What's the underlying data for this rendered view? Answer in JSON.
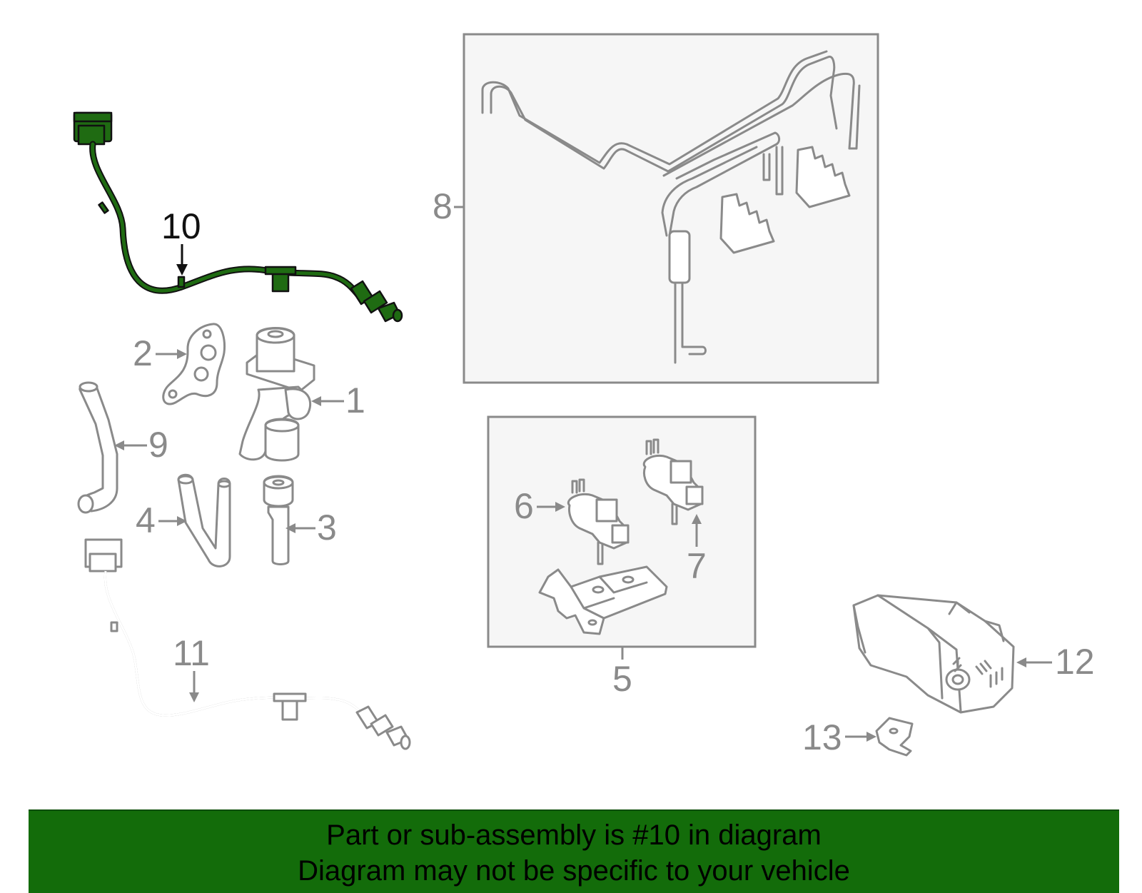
{
  "callouts": {
    "c1": "1",
    "c2": "2",
    "c3": "3",
    "c4": "4",
    "c5": "5",
    "c6": "6",
    "c7": "7",
    "c8": "8",
    "c9": "9",
    "c10": "10",
    "c11": "11",
    "c12": "12",
    "c13": "13"
  },
  "highlighted_part": "10",
  "colors": {
    "highlight": "#1f6b12",
    "banner": "#136c0a",
    "line_art": "#8a8a8a"
  },
  "banner": {
    "line1": "Part or sub-assembly is #10 in diagram",
    "line2": "Diagram may not be specific to your vehicle"
  }
}
